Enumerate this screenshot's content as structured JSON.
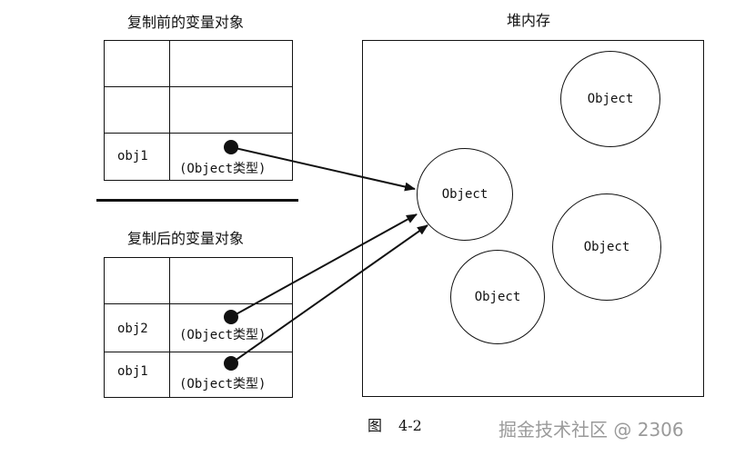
{
  "before": {
    "title": "复制前的变量对象",
    "rows": [
      {
        "name": "",
        "value": ""
      },
      {
        "name": "",
        "value": ""
      },
      {
        "name": "obj1",
        "value": "(Object类型)"
      }
    ]
  },
  "after": {
    "title": "复制后的变量对象",
    "rows": [
      {
        "name": "",
        "value": ""
      },
      {
        "name": "obj2",
        "value": "(Object类型)"
      },
      {
        "name": "obj1",
        "value": "(Object类型)"
      }
    ]
  },
  "heap": {
    "title": "堆内存",
    "objects": [
      "Object",
      "Object",
      "Object",
      "Object"
    ]
  },
  "caption": {
    "figure": "图",
    "number": "4-2"
  },
  "watermark": "掘金技术社区 @ 2306",
  "colors": {
    "line": "#111111",
    "watermark": "#9a9a9a"
  }
}
